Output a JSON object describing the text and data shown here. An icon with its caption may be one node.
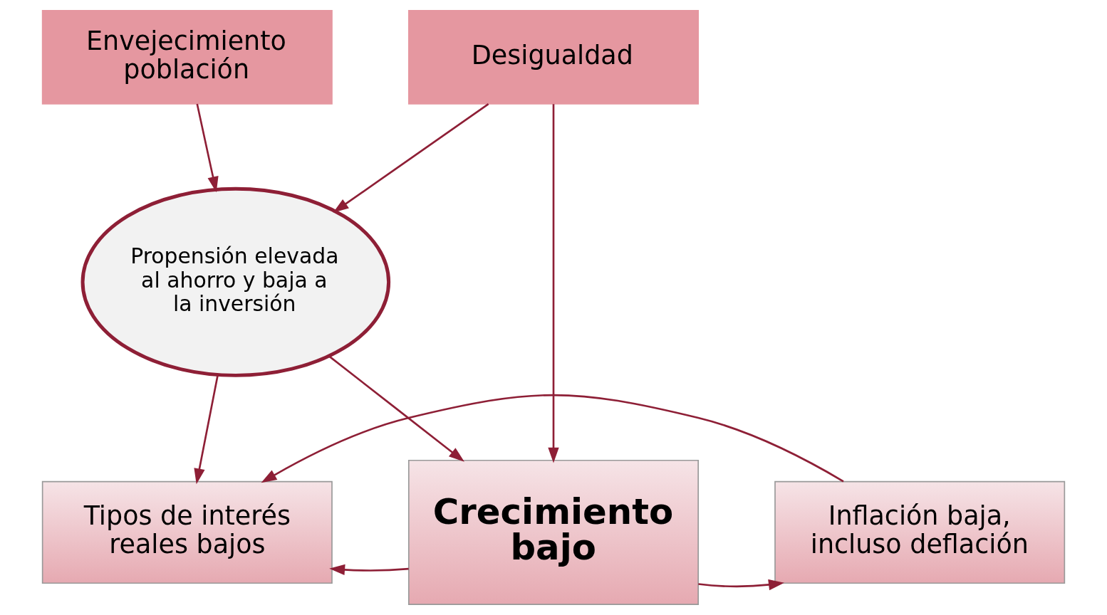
{
  "diagram": {
    "nodes": [
      {
        "text": [
          "Envejecimiento población"
        ]
      },
      {
        "text": [
          "Desigualdad"
        ]
      },
      {
        "text": [
          "Propensión elevada al ahorro y baja a la inversión"
        ]
      },
      {
        "text": [
          "Tipos de interés reales bajos"
        ]
      },
      {
        "text": [
          "Crecimiento bajo"
        ]
      },
      {
        "text": [
          "Inflación baja, incluso deflación"
        ]
      }
    ],
    "edges": [
      {
        "from": 0,
        "to": 2,
        "arrow": "to"
      },
      {
        "from": 1,
        "to": 2,
        "arrow": "to"
      },
      {
        "from": 1,
        "to": 4,
        "arrow": "to"
      },
      {
        "from": 2,
        "to": 3,
        "arrow": "to"
      },
      {
        "from": 2,
        "to": 4,
        "arrow": "to"
      },
      {
        "from": 4,
        "to": 3,
        "arrow": "to"
      },
      {
        "from": 4,
        "to": 5,
        "arrow": "to"
      },
      {
        "from": 5,
        "to": 3,
        "arrow": "to"
      }
    ]
  }
}
